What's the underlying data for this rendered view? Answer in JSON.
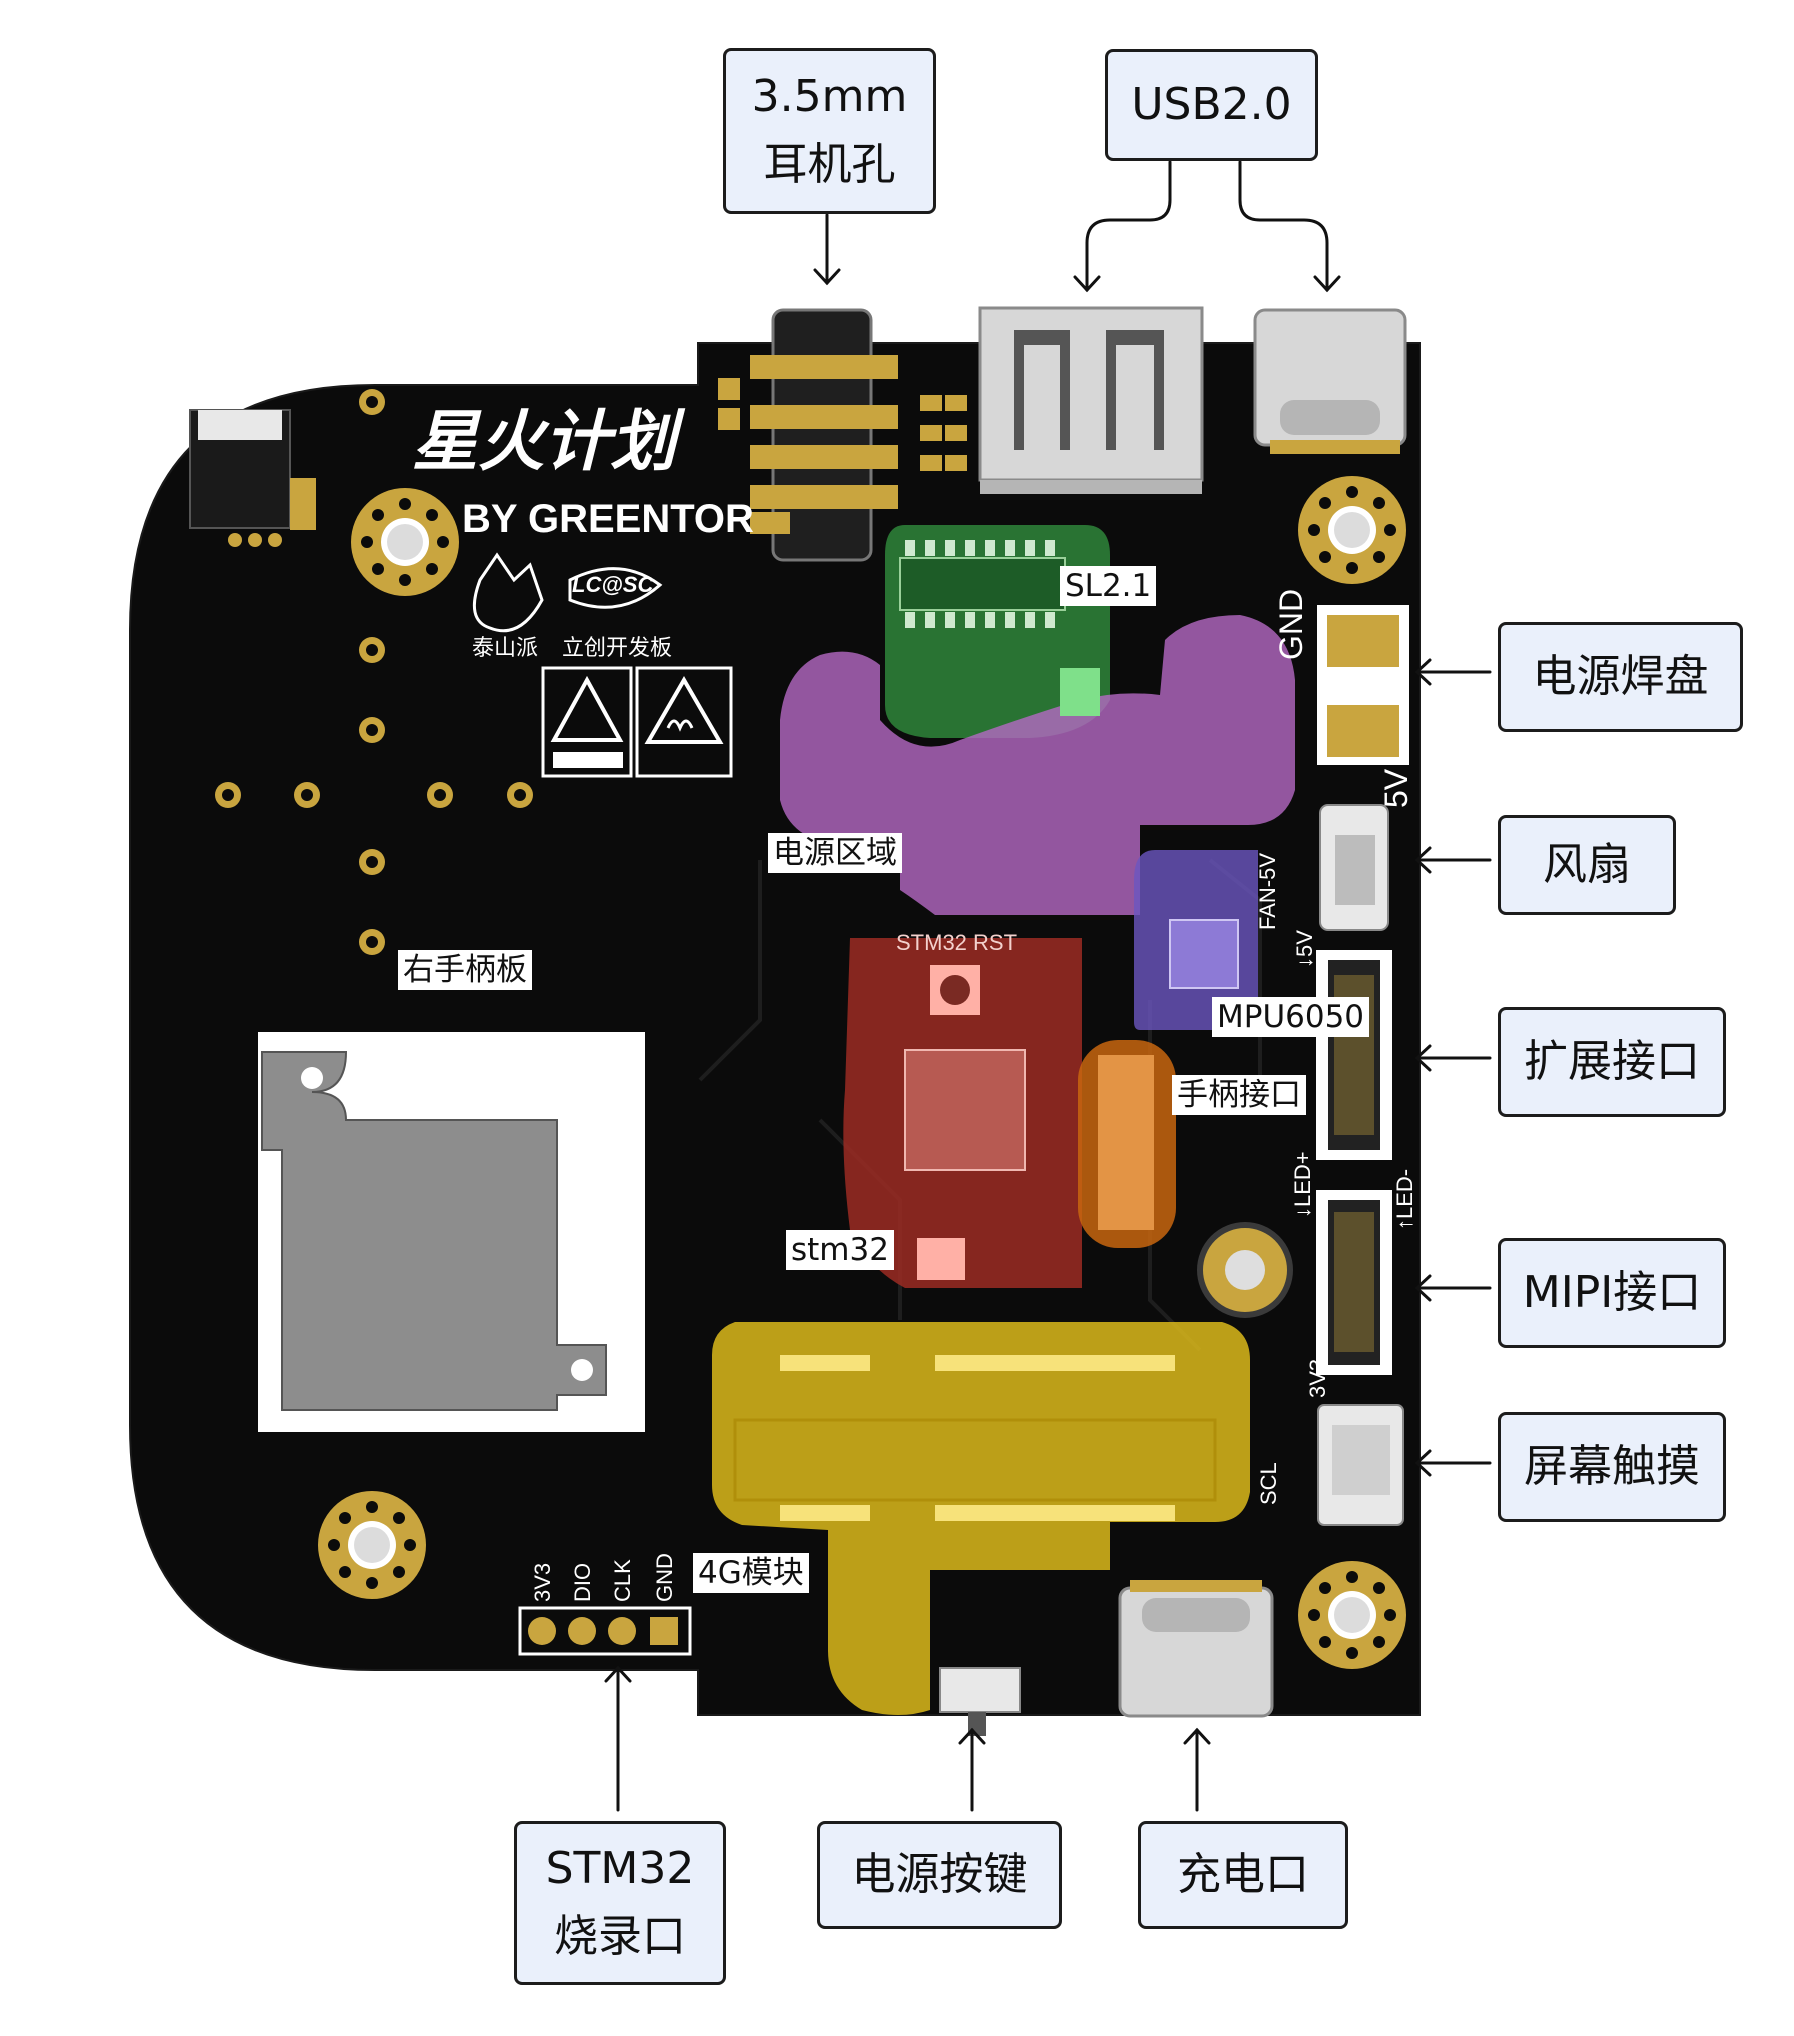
{
  "colors": {
    "board": "#0b0b0b",
    "gold": "#c9a53f",
    "callout_fill": "#eaf0fb",
    "region_green": "#2f8a3c",
    "region_purple": "#b569c4",
    "region_violet": "#6b56c0",
    "region_red": "#a12c23",
    "region_orange": "#c8660f",
    "region_yellow": "#e3c01b"
  },
  "callouts": {
    "jack": "3.5mm\n耳机孔",
    "usb": "USB2.0",
    "power_pad": "电源焊盘",
    "fan": "风扇",
    "expansion": "扩展接口",
    "mipi": "MIPI接口",
    "touch": "屏幕触摸",
    "swd": "STM32\n烧录口",
    "power_button": "电源按键",
    "charge": "充电口"
  },
  "board_labels": {
    "sl21": "SL2.1",
    "power_area": "电源区域",
    "right_grip": "右手柄板",
    "mpu": "MPU6050",
    "grip_conn": "手柄接口",
    "stm32": "stm32",
    "lte": "4G模块"
  },
  "silkscreen": {
    "logo_cn": "星火计划",
    "logo_en": "BY GREENTOR",
    "taishan": "泰山派",
    "lichuang": "立创开发板",
    "lcsc": "LC@SC",
    "stm32_rst": "STM32 RST",
    "gnd_pad": "GND",
    "v5_pad": "5V",
    "fan_5v": "FAN-5V",
    "exp_5v": "↓5V",
    "led_plus": "↓LED+",
    "led_minus": "↑LED-",
    "v3v3": "3V3",
    "scl": "SCL",
    "swd_pins": [
      "3V3",
      "DIO",
      "CLK",
      "GND"
    ]
  }
}
